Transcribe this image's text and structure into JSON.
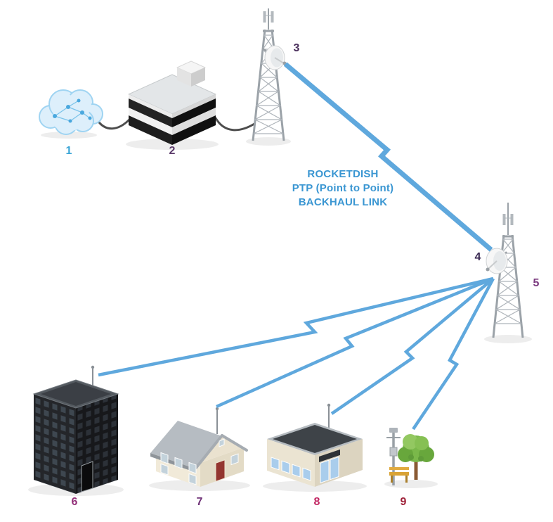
{
  "diagram": {
    "type": "network-topology",
    "link_color": "#5fa8dd",
    "backhaul_label": {
      "line1": "ROCKETDISH",
      "line2": "PTP (Point to Point)",
      "line3": "BACKHAUL LINK",
      "color": "#3a96d2"
    },
    "nodes": [
      {
        "id": 1,
        "label": "1",
        "name": "internet-cloud",
        "label_color": "#3aa5d6"
      },
      {
        "id": 2,
        "label": "2",
        "name": "gateway-router",
        "label_color": "#5b3a6a"
      },
      {
        "id": 3,
        "label": "3",
        "name": "rocketdish-tower-a",
        "label_color": "#4a2f5c"
      },
      {
        "id": 4,
        "label": "4",
        "name": "rocketdish-tower-b",
        "label_color": "#3b2b54"
      },
      {
        "id": 5,
        "label": "5",
        "name": "relay-tower",
        "label_color": "#7b3a7f"
      },
      {
        "id": 6,
        "label": "6",
        "name": "office-building",
        "label_color": "#93307a"
      },
      {
        "id": 7,
        "label": "7",
        "name": "house",
        "label_color": "#6e3076"
      },
      {
        "id": 8,
        "label": "8",
        "name": "commercial-building",
        "label_color": "#c22763"
      },
      {
        "id": 9,
        "label": "9",
        "name": "street-pole",
        "label_color": "#9e2038"
      }
    ]
  }
}
